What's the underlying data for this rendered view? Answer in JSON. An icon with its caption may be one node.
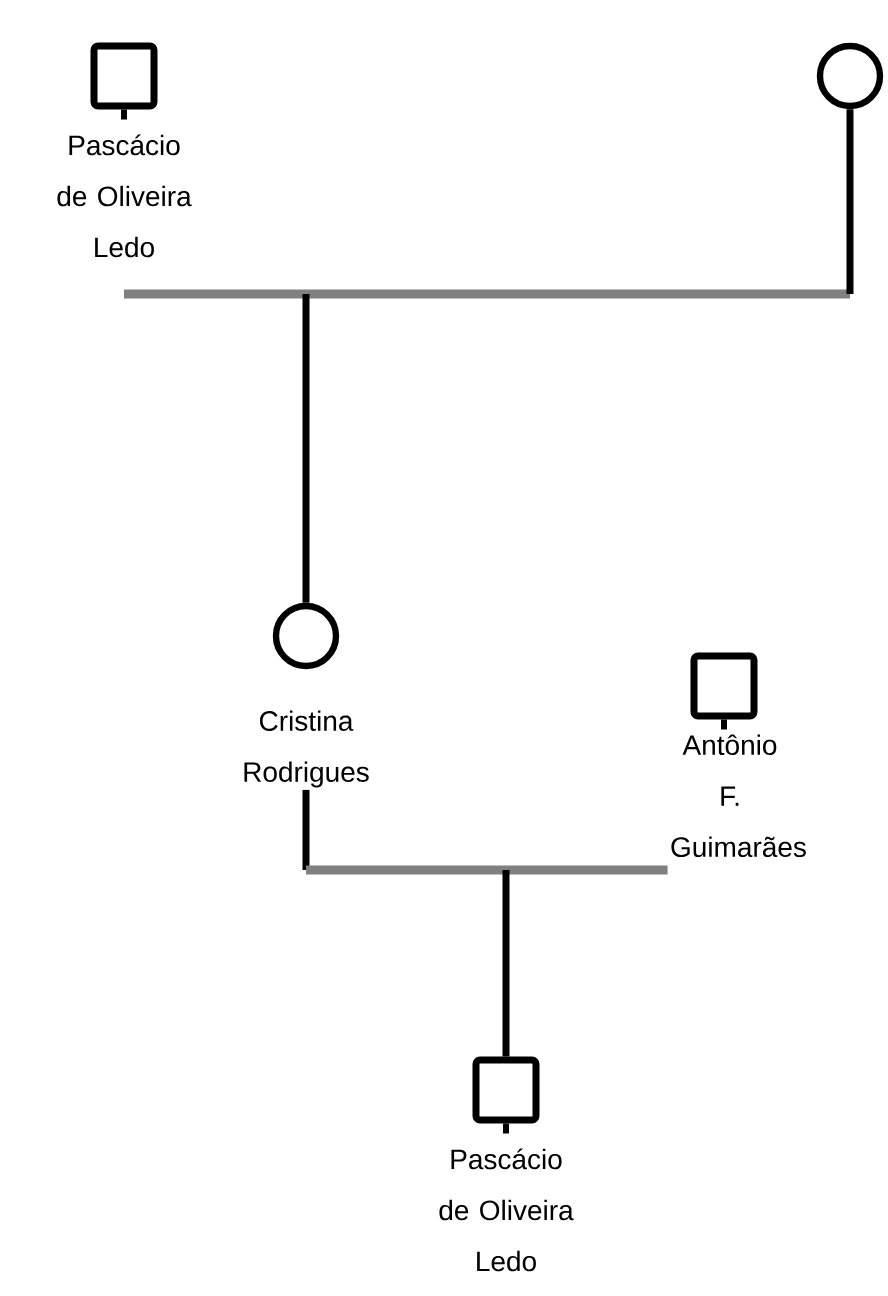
{
  "diagram": {
    "nodes": [
      {
        "text": [],
        "shape": "box",
        "beside": [
          "Pascácio de Oliveira Ledo"
        ]
      },
      {
        "text": [],
        "shape": "circle"
      },
      {
        "text": [],
        "shape": "circle",
        "beside": [
          "Cristina Rodrigues"
        ]
      },
      {
        "text": [],
        "shape": "box",
        "beside": [
          "Antônio F. Guimarães"
        ]
      },
      {
        "text": [],
        "shape": "box",
        "beside": [
          "Pascácio de Oliveira Ledo"
        ]
      }
    ],
    "edges": [
      {
        "from": 0,
        "to": 1,
        "arrow": "none",
        "color": "#808080"
      },
      {
        "from": null,
        "to": 2,
        "arrow": "none",
        "color": "#000000"
      },
      {
        "from": 2,
        "to": 3,
        "arrow": "none",
        "color": "#808080"
      },
      {
        "from": null,
        "to": 4,
        "arrow": "none",
        "color": "#000000"
      }
    ]
  }
}
